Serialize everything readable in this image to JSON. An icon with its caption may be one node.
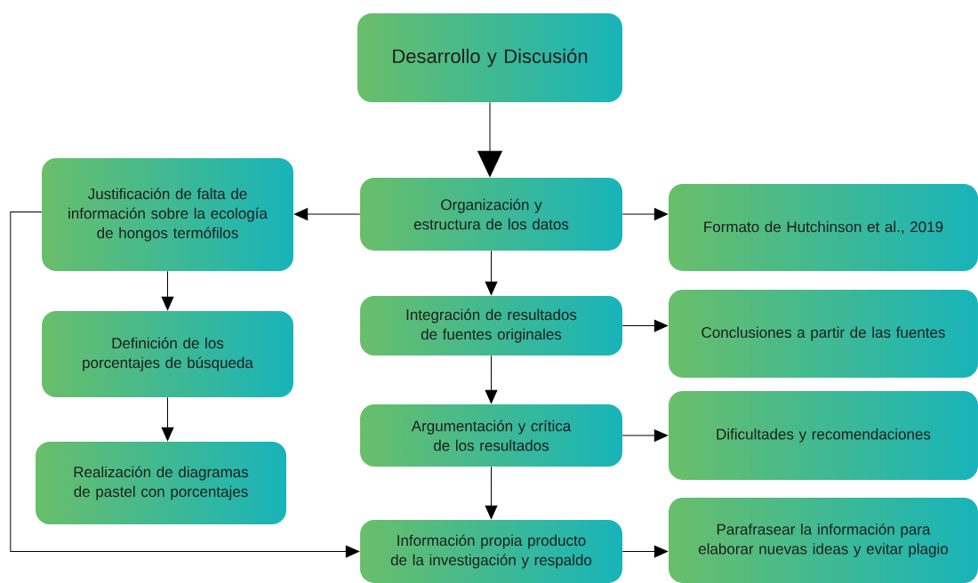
{
  "diagram": {
    "nodes": [
      {
        "text": [
          "Desarrollo y Discusión"
        ]
      },
      {
        "text": [
          "Organización y estructura de los datos"
        ]
      },
      {
        "text": [
          "Justificación de falta de información sobre la ecología de hongos termófilos"
        ]
      },
      {
        "text": [
          "Formato de Hutchinson et al., 2019"
        ]
      },
      {
        "text": [
          "Integración de resultados de fuentes originales"
        ]
      },
      {
        "text": [
          "Conclusiones a partir de las fuentes"
        ]
      },
      {
        "text": [
          "Definición de los porcentajes de búsqueda"
        ]
      },
      {
        "text": [
          "Argumentación y crítica de los resultados"
        ]
      },
      {
        "text": [
          "Dificultades y recomendaciones"
        ]
      },
      {
        "text": [
          "Realización de diagramas de pastel con porcentajes"
        ]
      },
      {
        "text": [
          "Información propia producto de la investigación y respaldo"
        ]
      },
      {
        "text": [
          "Parafrasear la información para elaborar nuevas ideas y evitar plagio"
        ]
      }
    ],
    "edges": [
      {
        "from": 0,
        "to": 1,
        "arrow": "to"
      },
      {
        "from": 1,
        "to": 2,
        "arrow": "to"
      },
      {
        "from": 1,
        "to": 3,
        "arrow": "to"
      },
      {
        "from": 1,
        "to": 4,
        "arrow": "to"
      },
      {
        "from": 4,
        "to": 5,
        "arrow": "to"
      },
      {
        "from": 4,
        "to": 7,
        "arrow": "to"
      },
      {
        "from": 7,
        "to": 8,
        "arrow": "to"
      },
      {
        "from": 7,
        "to": 10,
        "arrow": "to"
      },
      {
        "from": 10,
        "to": 11,
        "arrow": "to"
      },
      {
        "from": 2,
        "to": 6,
        "arrow": "to"
      },
      {
        "from": 6,
        "to": 9,
        "arrow": "to"
      },
      {
        "from": 2,
        "to": 10,
        "arrow": "to"
      }
    ]
  }
}
